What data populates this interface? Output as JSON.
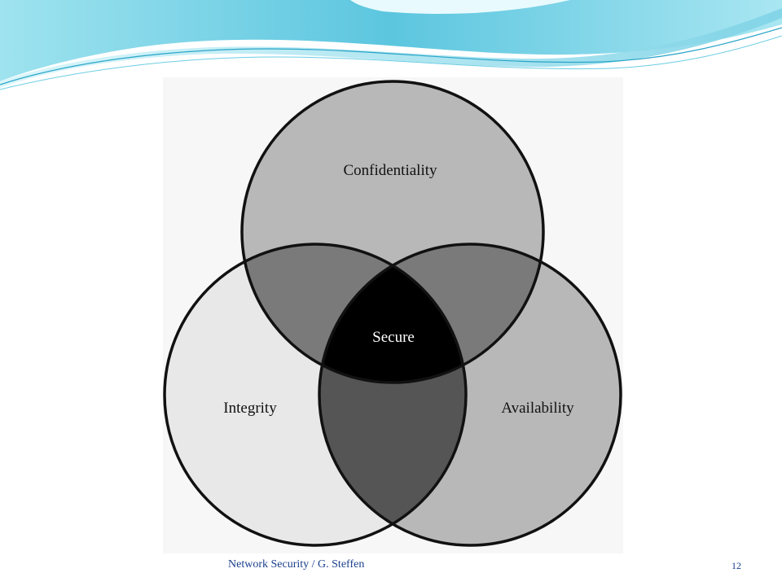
{
  "diagram": {
    "regions": {
      "top": "Confidentiality",
      "left": "Integrity",
      "right": "Availability",
      "center": "Secure"
    }
  },
  "footer": {
    "text": "Network Security /  G. Steffen",
    "page_number": "12"
  },
  "colors": {
    "confidentiality": "#b8b8b8",
    "integrity": "#e8e8e8",
    "availability": "#b8b8b8",
    "pair_overlap": "#7a7a7a",
    "integrity_availability_overlap": "#555555",
    "center": "#000000",
    "outline": "#111111",
    "footer_text": "#1a3f8c",
    "wave_light": "#bfeef5",
    "wave_mid": "#7fd6e8",
    "wave_dark": "#3fb4d2"
  }
}
